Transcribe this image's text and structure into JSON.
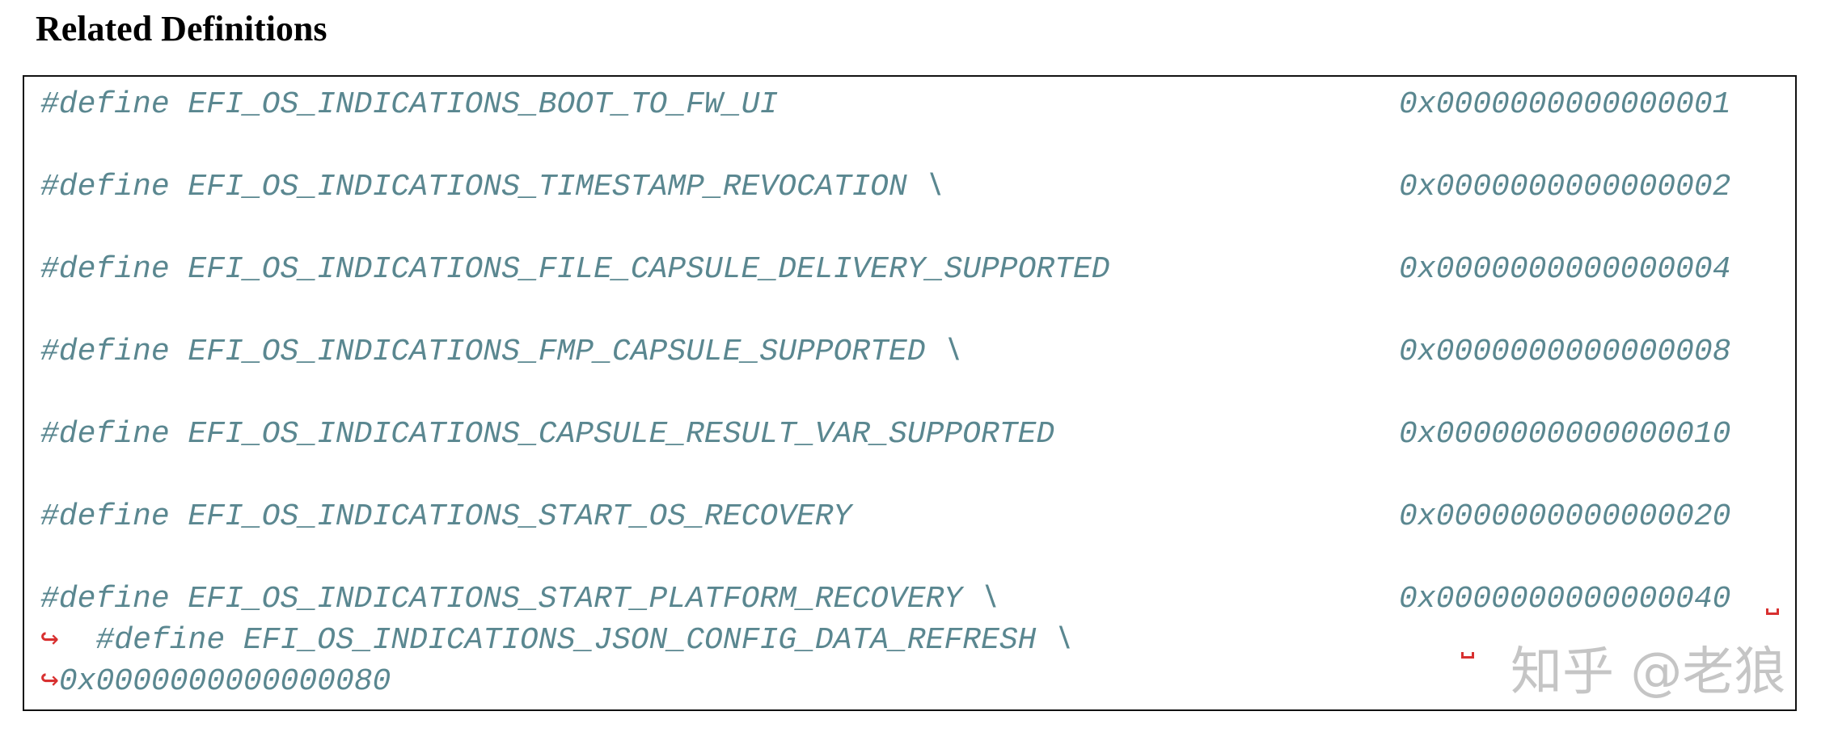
{
  "heading": "Related Definitions",
  "defines": [
    {
      "text": "#define EFI_OS_INDICATIONS_BOOT_TO_FW_UI",
      "value": "0x0000000000000001"
    },
    {
      "text": "#define EFI_OS_INDICATIONS_TIMESTAMP_REVOCATION \\",
      "value": "0x0000000000000002"
    },
    {
      "text": "#define EFI_OS_INDICATIONS_FILE_CAPSULE_DELIVERY_SUPPORTED",
      "value": "0x0000000000000004"
    },
    {
      "text": "#define EFI_OS_INDICATIONS_FMP_CAPSULE_SUPPORTED \\",
      "value": "0x0000000000000008"
    },
    {
      "text": "#define EFI_OS_INDICATIONS_CAPSULE_RESULT_VAR_SUPPORTED",
      "value": "0x0000000000000010"
    },
    {
      "text": "#define EFI_OS_INDICATIONS_START_OS_RECOVERY",
      "value": "0x0000000000000020"
    },
    {
      "text": "#define EFI_OS_INDICATIONS_START_PLATFORM_RECOVERY \\",
      "value": "0x0000000000000040"
    }
  ],
  "wrapped": {
    "arrow": "↪",
    "line2": "#define EFI_OS_INDICATIONS_JSON_CONFIG_DATA_REFRESH \\",
    "line3": "0x0000000000000080"
  },
  "watermark": "知乎 @老狼"
}
